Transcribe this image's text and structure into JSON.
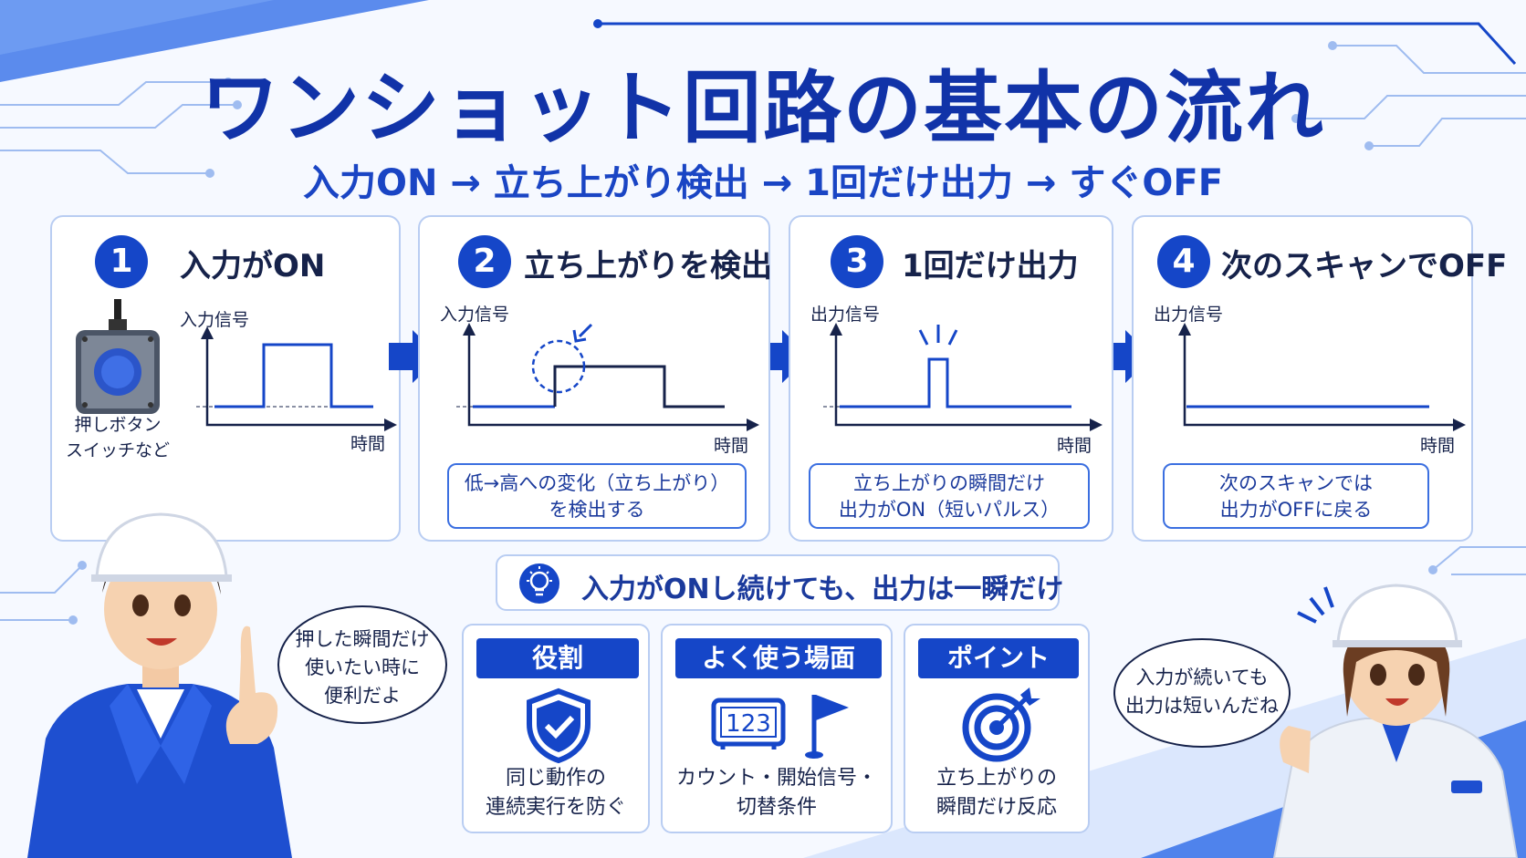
{
  "title": "ワンショット回路の基本の流れ",
  "subtitle": "入力ON → 立ち上がり検出 → 1回だけ出力 → すぐOFF",
  "colors": {
    "primary": "#1546c8",
    "title": "#1133a8",
    "border": "#b9cdf2",
    "background": "#f6f9ff"
  },
  "steps": [
    {
      "num": "1",
      "title": "入力がON",
      "ylabel": "入力信号",
      "xlabel": "時間",
      "device_label_1": "押しボタン",
      "device_label_2": "スイッチなど",
      "device_icon": "push-button-icon"
    },
    {
      "num": "2",
      "title": "立ち上がりを検出",
      "ylabel": "入力信号",
      "xlabel": "時間",
      "note_line1": "低→高への変化（立ち上がり）",
      "note_line2": "を検出する"
    },
    {
      "num": "3",
      "title": "1回だけ出力",
      "ylabel": "出力信号",
      "xlabel": "時間",
      "note_line1": "立ち上がりの瞬間だけ",
      "note_line2": "出力がON（短いパルス）"
    },
    {
      "num": "4",
      "title": "次のスキャンでOFF",
      "ylabel": "出力信号",
      "xlabel": "時間",
      "note_line1": "次のスキャンでは",
      "note_line2": "出力がOFFに戻る"
    }
  ],
  "tip": {
    "icon": "lightbulb-icon",
    "text": "入力がONし続けても、出力は一瞬だけ"
  },
  "info_cards": [
    {
      "head": "役割",
      "icon": "shield-check-icon",
      "line1": "同じ動作の",
      "line2": "連続実行を防ぐ"
    },
    {
      "head": "よく使う場面",
      "icon": "counter-flag-icon",
      "counter_text": "123",
      "line1": "カウント・開始信号・",
      "line2": "切替条件"
    },
    {
      "head": "ポイント",
      "icon": "target-icon",
      "line1": "立ち上がりの",
      "line2": "瞬間だけ反応"
    }
  ],
  "bubbles": {
    "left": {
      "line1": "押した瞬間だけ",
      "line2": "使いたい時に",
      "line3": "便利だよ"
    },
    "right": {
      "line1": "入力が続いても",
      "line2": "出力は短いんだね"
    }
  }
}
